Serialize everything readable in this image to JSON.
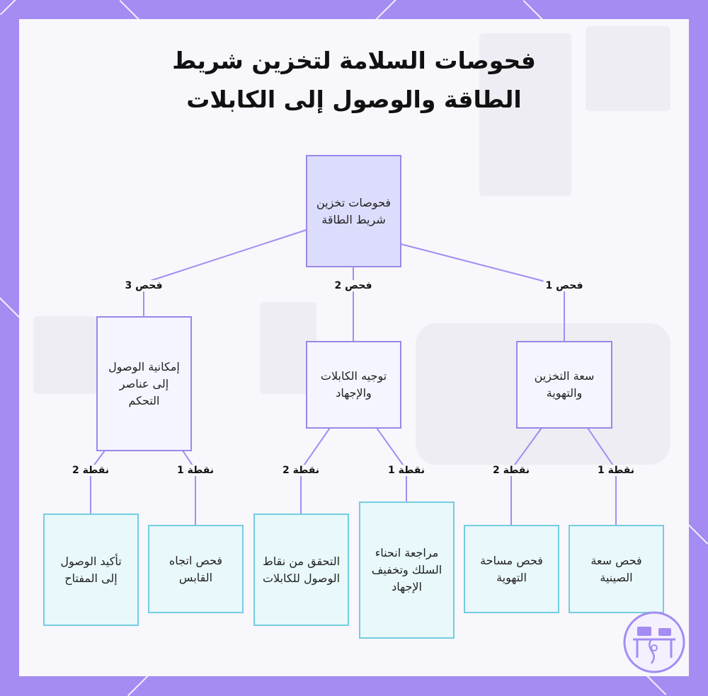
{
  "title_lines": [
    "فحوصات السلامة لتخزين شريط",
    "الطاقة والوصول إلى الكابلات"
  ],
  "nodes": {
    "root": "فحوصات تخزين شريط الطاقة",
    "c3": "إمكانية الوصول إلى عناصر التحكم",
    "c2": "توجيه الكابلات والإجهاد",
    "c1": "سعة التخزين والتهوية",
    "c3p2": "تأكيد الوصول إلى المفتاح",
    "c3p1": "فحص اتجاه القابس",
    "c2p2": "التحقق من نقاط الوصول للكابلات",
    "c2p1": "مراجعة انحناء السلك وتخفيف الإجهاد",
    "c1p2": "فحص مساحة التهوية",
    "c1p1": "فحص سعة الصينية"
  },
  "edge_labels": {
    "check3": "فحص 3",
    "check2": "فحص 2",
    "check1": "فحص 1",
    "c3_point2": "نقطة 2",
    "c3_point1": "نقطة 1",
    "c2_point2": "نقطة 2",
    "c2_point1": "نقطة 1",
    "c1_point2": "نقطة 2",
    "c1_point1": "نقطة 1"
  },
  "colors": {
    "background": "#a48cf2",
    "root_fill": "#dcdcfc",
    "mid_fill": "#f4f5ff",
    "leaf_fill": "#e8f8fb",
    "edge": "#a48cf2",
    "leaf_border": "#74cde0"
  },
  "logo_icon": "workspace-logo-icon"
}
